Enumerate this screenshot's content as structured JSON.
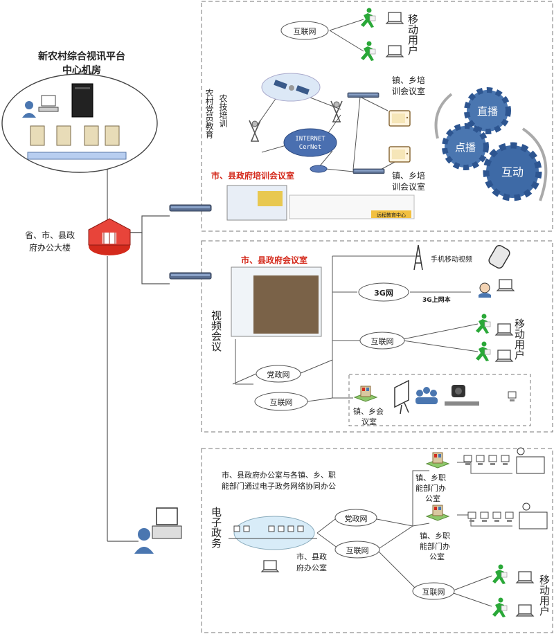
{
  "center": {
    "title_line1": "新农村综合视讯平台",
    "title_line2": "中心机房"
  },
  "gov_building": {
    "line1": "省、市、县政",
    "line2": "府办公大楼"
  },
  "section_training": {
    "left_label_1": "农村党员教育",
    "left_label_2": "农技培训",
    "net_internet": "INTERNET",
    "net_cernet": "CerNet",
    "town_room_top_1": "镇、乡培",
    "town_room_top_2": "训会议室",
    "town_room_bottom_1": "镇、乡培",
    "town_room_bottom_2": "训会议室",
    "city_room": "市、县政府培训会议室",
    "internet_label": "互联网",
    "mobile_user": "移动用户",
    "remote_edu": "远程教育中心"
  },
  "gears": {
    "live": "直播",
    "vod": "点播",
    "interactive": "互动"
  },
  "section_video": {
    "title": "视频会议",
    "city_room": "市、县政府会议室",
    "phone_video": "手机移动视频",
    "net_3g": "3G网",
    "laptop_3g": "3G上网本",
    "internet_label": "互联网",
    "party_net": "党政网",
    "internet_label_2": "互联网",
    "mobile_user": "移动用户",
    "town_room_1": "镇、乡会",
    "town_room_2": "议室"
  },
  "section_egov": {
    "title": "电子政务",
    "desc_line1": "市、县政府办公室与各镇、乡、职",
    "desc_line2": "能部门通过电子政务网络协同办公",
    "party_net": "党政网",
    "internet_label": "互联网",
    "internet_label_2": "互联网",
    "city_office_1": "市、县政",
    "city_office_2": "府办公室",
    "dept_top_1": "镇、乡职",
    "dept_top_2": "能部门办",
    "dept_top_3": "公室",
    "dept_bottom_1": "镇、乡职",
    "dept_bottom_2": "能部门办",
    "dept_bottom_3": "公室",
    "mobile_user": "移动用户"
  },
  "colors": {
    "line": "#555555",
    "dash": "#777777",
    "gear": "#4a76b0",
    "gear_dark": "#2d5590",
    "red": "#d42a1c"
  }
}
